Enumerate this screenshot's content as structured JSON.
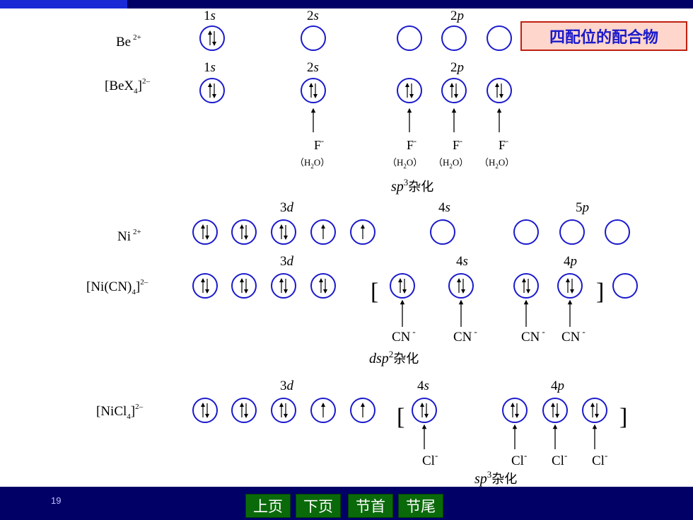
{
  "title": "四配位的配合物",
  "page_number": "19",
  "nav": {
    "prev": "上页",
    "next": "下页",
    "section_start": "节首",
    "section_end": "节尾"
  },
  "colors": {
    "background": "#000066",
    "orbital": "#1a1acc",
    "nav_button": "#0a6a0a",
    "title_box_fill": "#ffd6cc",
    "title_box_border": "#c02010"
  },
  "glyphs": {
    "lbracket": "[",
    "rbracket": "]"
  },
  "species": {
    "be": {
      "base": "Be",
      "sup": "2+"
    },
    "bex4": {
      "base": "[BeX",
      "sub": "4",
      "close": "]",
      "sup": "2–"
    },
    "ni": {
      "base": "Ni",
      "sup": "2+"
    },
    "nicn4": {
      "base": "[Ni(CN)",
      "sub": "4",
      "close": "]",
      "sup": "2–"
    },
    "nicl4": {
      "base": "[NiCl",
      "sub": "4",
      "close": "]",
      "sup": "2–"
    }
  },
  "orbital_labels": {
    "be_1s": {
      "n": "1",
      "l": "s"
    },
    "be_2s": {
      "n": "2",
      "l": "s"
    },
    "be_2p": {
      "n": "2",
      "l": "p"
    },
    "bex4_1s": {
      "n": "1",
      "l": "s"
    },
    "bex4_2s": {
      "n": "2",
      "l": "s"
    },
    "bex4_2p": {
      "n": "2",
      "l": "p"
    },
    "ni_3d": {
      "n": "3",
      "l": "d"
    },
    "ni_4s": {
      "n": "4",
      "l": "s"
    },
    "ni_5p": {
      "n": "5",
      "l": "p"
    },
    "nicn4_3d": {
      "n": "3",
      "l": "d"
    },
    "nicn4_4s": {
      "n": "4",
      "l": "s"
    },
    "nicn4_4p": {
      "n": "4",
      "l": "p"
    },
    "nicl4_3d": {
      "n": "3",
      "l": "d"
    },
    "nicl4_4s": {
      "n": "4",
      "l": "s"
    },
    "nicl4_4p": {
      "n": "4",
      "l": "p"
    }
  },
  "ligands": {
    "f": {
      "base": "F",
      "sup": "-"
    },
    "water": {
      "open": "（H",
      "sub": "2",
      "close": "O）"
    },
    "cn": {
      "base": "CN",
      "sup": "-"
    },
    "cl": {
      "base": "Cl",
      "sup": "-"
    }
  },
  "hybridization": {
    "bex4": {
      "italic": "sp",
      "sup": "3",
      "suffix": "杂化"
    },
    "nicn4": {
      "italic": "dsp",
      "sup": "2",
      "suffix": "杂化"
    },
    "nicl4": {
      "italic": "sp",
      "sup": "3",
      "suffix": "杂化"
    }
  },
  "rows": {
    "be": [
      "paired",
      "empty",
      "empty",
      "empty",
      "empty"
    ],
    "bex4": [
      "paired",
      "paired",
      "paired",
      "paired",
      "paired"
    ],
    "ni": [
      "paired",
      "paired",
      "paired",
      "up",
      "up",
      "empty",
      "empty",
      "empty",
      "empty"
    ],
    "nicn4": [
      "paired",
      "paired",
      "paired",
      "paired",
      "paired",
      "paired",
      "paired",
      "paired",
      "empty"
    ],
    "nicl4": [
      "paired",
      "paired",
      "paired",
      "up",
      "up",
      "paired",
      "paired",
      "paired",
      "paired"
    ]
  }
}
